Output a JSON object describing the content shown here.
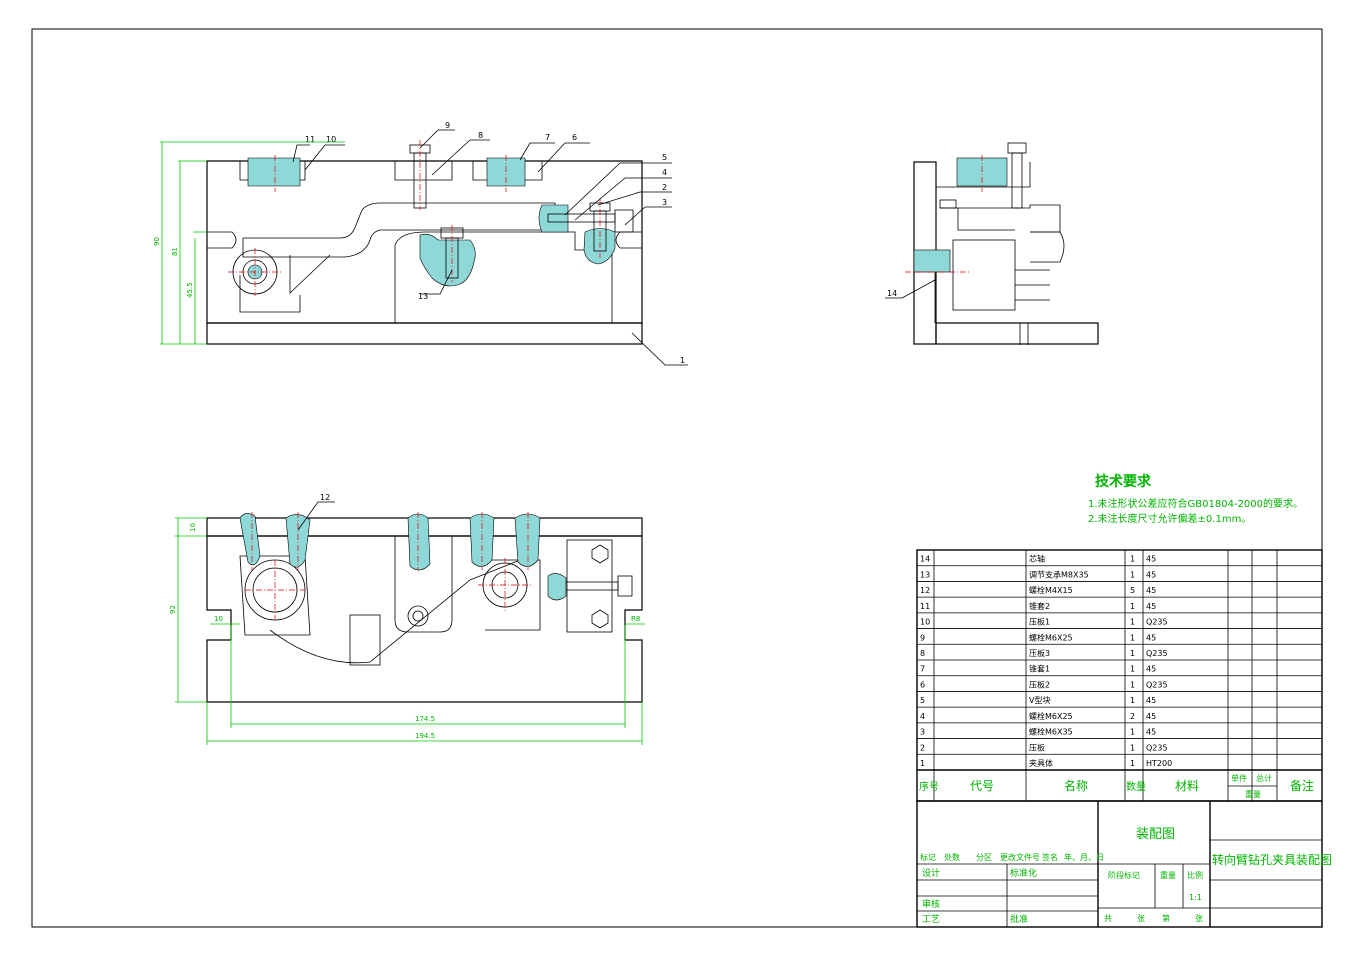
{
  "balloons": {
    "front": [
      "11",
      "10",
      "9",
      "8",
      "7",
      "6",
      "5",
      "4",
      "2",
      "3",
      "13",
      "1"
    ],
    "side": [
      "14"
    ],
    "top": [
      "12"
    ]
  },
  "dimensions": {
    "front": [
      "90",
      "81",
      "45.5"
    ],
    "top": [
      "10",
      "92",
      "10",
      "R8",
      "174.5",
      "194.5"
    ]
  },
  "tech": {
    "title": "技术要求",
    "line1": "1.未注形状公差应符合GB01804-2000的要求。",
    "line2": "2.未注长度尺寸允许偏差±0.1mm。"
  },
  "bom": {
    "rows": [
      {
        "no": "14",
        "name": "芯轴",
        "qty": "1",
        "material": "45"
      },
      {
        "no": "13",
        "name": "调节支承M8X35",
        "qty": "1",
        "material": "45"
      },
      {
        "no": "12",
        "name": "螺栓M4X15",
        "qty": "5",
        "material": "45"
      },
      {
        "no": "11",
        "name": "锥套2",
        "qty": "1",
        "material": "45"
      },
      {
        "no": "10",
        "name": "压板1",
        "qty": "1",
        "material": "Q235"
      },
      {
        "no": "9",
        "name": "螺栓M6X25",
        "qty": "1",
        "material": "45"
      },
      {
        "no": "8",
        "name": "压板3",
        "qty": "1",
        "material": "Q235"
      },
      {
        "no": "7",
        "name": "锥套1",
        "qty": "1",
        "material": "45"
      },
      {
        "no": "6",
        "name": "压板2",
        "qty": "1",
        "material": "Q235"
      },
      {
        "no": "5",
        "name": "V型块",
        "qty": "1",
        "material": "45"
      },
      {
        "no": "4",
        "name": "螺栓M6X25",
        "qty": "2",
        "material": "45"
      },
      {
        "no": "3",
        "name": "螺栓M6X35",
        "qty": "1",
        "material": "45"
      },
      {
        "no": "2",
        "name": "压板",
        "qty": "1",
        "material": "Q235"
      },
      {
        "no": "1",
        "name": "夹具体",
        "qty": "1",
        "material": "HT200"
      }
    ],
    "header": {
      "no": "序号",
      "code": "代号",
      "name": "名称",
      "qty": "数量",
      "material": "材料",
      "unit": "单件",
      "total": "总计",
      "weight": "重量",
      "remark": "备注"
    }
  },
  "title_block": {
    "drawing_type": "装配图",
    "drawing_name": "转向臂钻孔夹具装配图",
    "rev_labels": [
      "标记",
      "处数",
      "分区",
      "更改文件号",
      "签名",
      "年、月、日"
    ],
    "design": "设计",
    "standard": "标准化",
    "review": "审核",
    "process": "工艺",
    "approve": "批准",
    "stage": "阶段标记",
    "weight": "重量",
    "scale_label": "比例",
    "scale": "1:1",
    "sheets": [
      "共",
      "张",
      "第",
      "张"
    ]
  }
}
